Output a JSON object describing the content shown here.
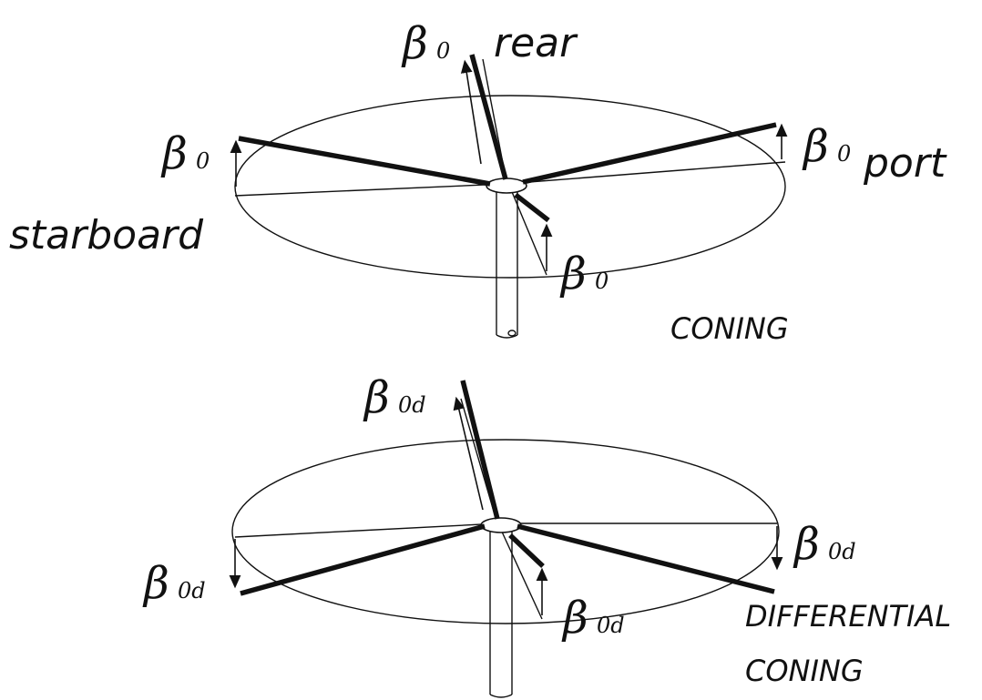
{
  "top": {
    "beta_main": "β",
    "beta_sub": "0",
    "label_rear": "rear",
    "label_port": "port",
    "label_starboard": "starboard",
    "caption": "CONING"
  },
  "bottom": {
    "beta_main": "β",
    "beta_sub": "0d",
    "caption_line1": "DIFFERENTIAL",
    "caption_line2": "CONING"
  }
}
